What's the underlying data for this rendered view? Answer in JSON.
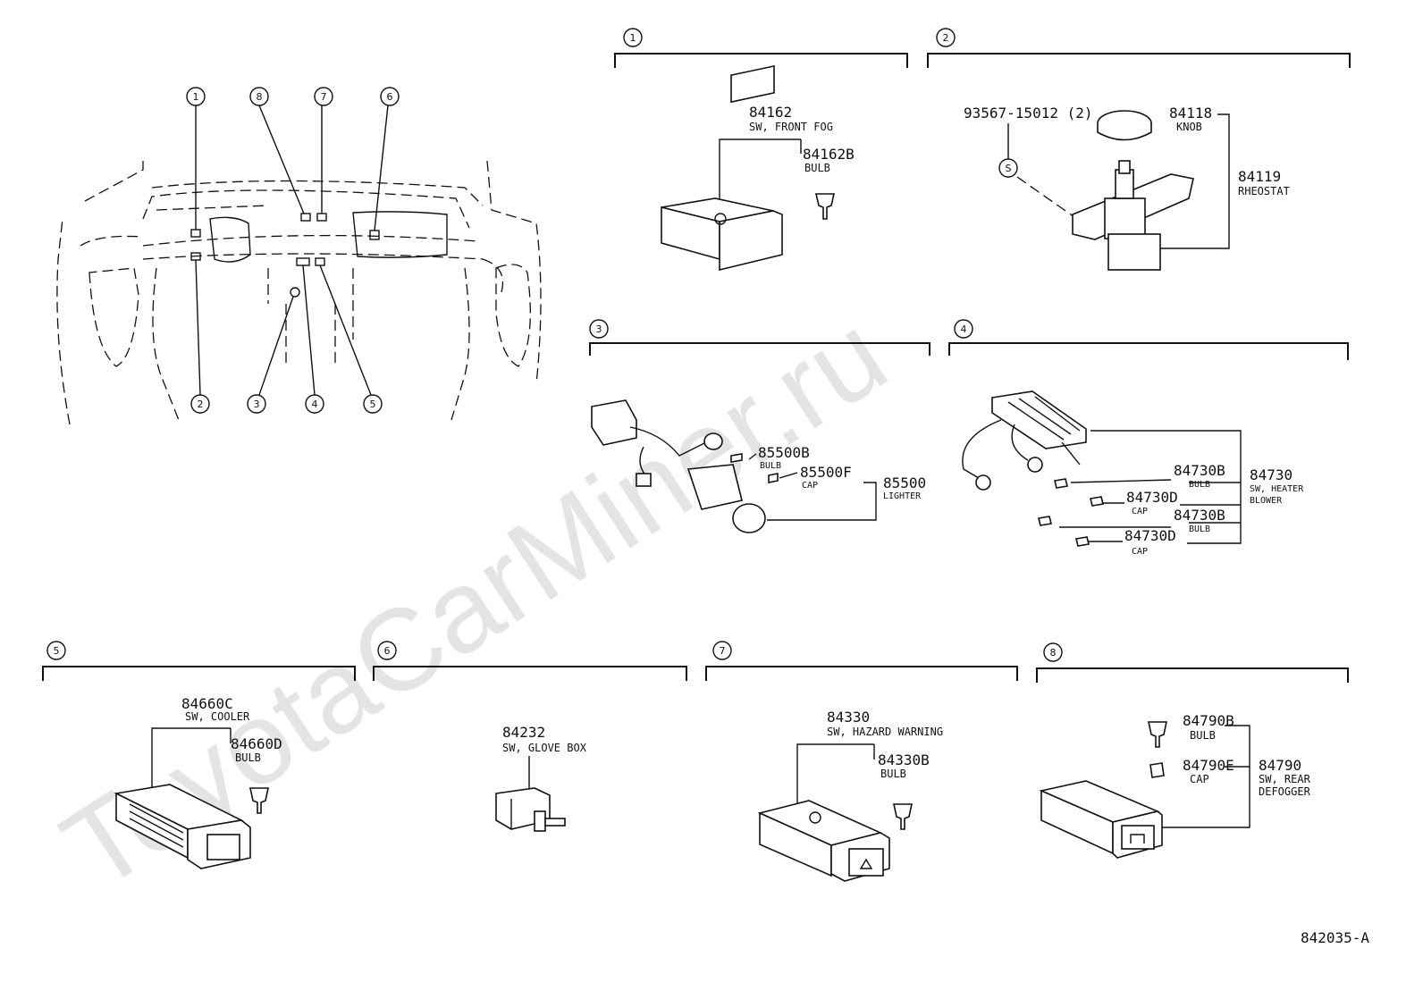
{
  "watermark": "ToyotaCarMiner.ru",
  "figure_id": "842035-A",
  "overview_callouts": [
    "1",
    "2",
    "3",
    "4",
    "5",
    "6",
    "7",
    "8"
  ],
  "sections": {
    "s1": {
      "num": "1",
      "parts": [
        {
          "code": "84162",
          "desc": "SW, FRONT FOG"
        },
        {
          "code": "84162B",
          "desc": "BULB"
        }
      ]
    },
    "s2": {
      "num": "2",
      "screw": {
        "code": "93567-15012 (2)",
        "symbol": "S"
      },
      "parts": [
        {
          "code": "84118",
          "desc": "KNOB"
        },
        {
          "code": "84119",
          "desc": "RHEOSTAT"
        }
      ]
    },
    "s3": {
      "num": "3",
      "parts": [
        {
          "code": "85500B",
          "desc": "BULB"
        },
        {
          "code": "85500F",
          "desc": "CAP"
        },
        {
          "code": "85500",
          "desc": "LIGHTER"
        }
      ]
    },
    "s4": {
      "num": "4",
      "assembly": {
        "code": "84730",
        "desc1": "SW, HEATER",
        "desc2": "BLOWER"
      },
      "parts": [
        {
          "code": "84730B",
          "desc": "BULB"
        },
        {
          "code": "84730D",
          "desc": "CAP"
        },
        {
          "code": "84730B",
          "desc": "BULB"
        },
        {
          "code": "84730D",
          "desc": "CAP"
        }
      ]
    },
    "s5": {
      "num": "5",
      "parts": [
        {
          "code": "84660C",
          "desc": "SW, COOLER"
        },
        {
          "code": "84660D",
          "desc": "BULB"
        }
      ]
    },
    "s6": {
      "num": "6",
      "parts": [
        {
          "code": "84232",
          "desc": "SW, GLOVE BOX"
        }
      ]
    },
    "s7": {
      "num": "7",
      "parts": [
        {
          "code": "84330",
          "desc": "SW, HAZARD WARNING"
        },
        {
          "code": "84330B",
          "desc": "BULB"
        }
      ]
    },
    "s8": {
      "num": "8",
      "assembly": {
        "code": "84790",
        "desc1": "SW, REAR",
        "desc2": "DEFOGGER"
      },
      "parts": [
        {
          "code": "84790B",
          "desc": "BULB"
        },
        {
          "code": "84790E",
          "desc": "CAP"
        }
      ]
    }
  }
}
